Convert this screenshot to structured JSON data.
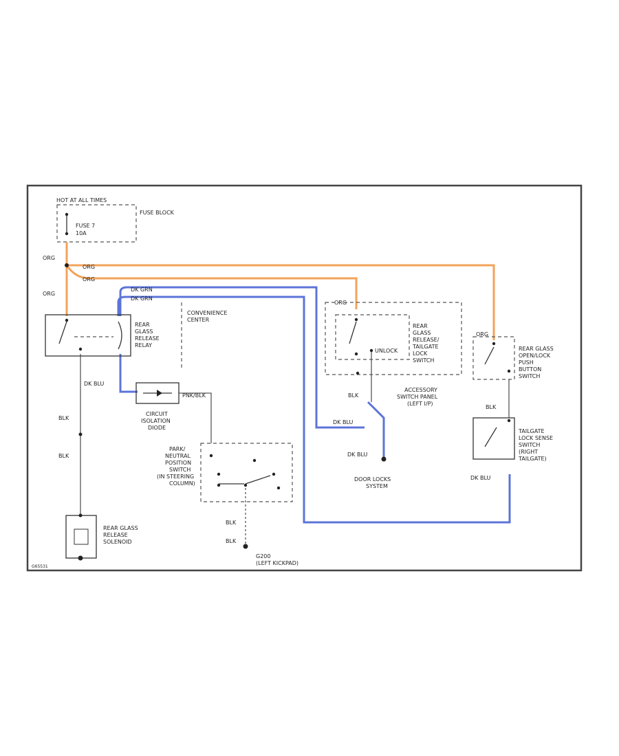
{
  "header_label": "HOT AT ALL TIMES",
  "fuse_block": {
    "label": "FUSE BLOCK",
    "fuse_name": "FUSE 7",
    "fuse_rating": "10A"
  },
  "relay": {
    "label_lines": [
      "REAR",
      "GLASS",
      "RELEASE",
      "RELAY"
    ]
  },
  "convenience_center": {
    "label_lines": [
      "CONVENIENCE",
      "CENTER"
    ]
  },
  "isolation_diode": {
    "label_lines": [
      "CIRCUIT",
      "ISOLATION",
      "DIODE"
    ]
  },
  "park_neutral_switch": {
    "label_lines": [
      "PARK/",
      "NEUTRAL",
      "POSITION",
      "SWITCH",
      "(IN STEERING",
      "COLUMN)"
    ]
  },
  "solenoid": {
    "label_lines": [
      "REAR GLASS",
      "RELEASE",
      "SOLENOID"
    ]
  },
  "ground": {
    "label_lines": [
      "G200",
      "(LEFT KICKPAD)"
    ]
  },
  "tailgate_unlock_switch": {
    "label_lines": [
      "REAR",
      "GLASS",
      "RELEASE/",
      "TAILGATE",
      "LOCK",
      "SWITCH"
    ],
    "unlock": "UNLOCK"
  },
  "accessory_panel": {
    "label_lines": [
      "ACCESSORY",
      "SWITCH PANEL",
      "(LEFT I/P)"
    ]
  },
  "push_button_switch": {
    "label_lines": [
      "REAR GLASS",
      "OPEN/LOCK",
      "PUSH",
      "BUTTON",
      "SWITCH"
    ]
  },
  "tailgate_sense_switch": {
    "label_lines": [
      "TAILGATE",
      "LOCK SENSE",
      "SWITCH",
      "(RIGHT",
      "TAILGATE)"
    ]
  },
  "door_locks": {
    "label_lines": [
      "DOOR LOCKS",
      "SYSTEM"
    ]
  },
  "wire_labels": {
    "org": "ORG",
    "blk": "BLK",
    "dk_blu": "DK BLU",
    "dk_grn": "DK GRN",
    "pnk": "PNK/BLK"
  },
  "figure_code": "G65531"
}
